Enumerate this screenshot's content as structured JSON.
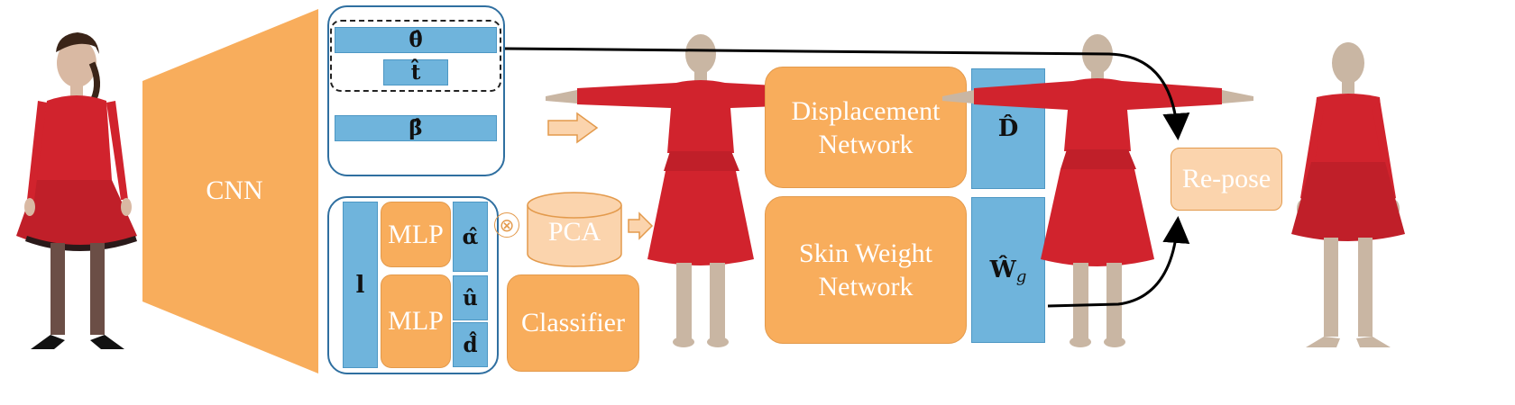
{
  "colors": {
    "orange": "#f8ad5c",
    "light_orange": "#fbd4ad",
    "blue": "#6fb4dc",
    "dress_red": "#d1232d",
    "skin": "#c9b6a3",
    "arrow": "#000000"
  },
  "encoder": {
    "label": "CNN"
  },
  "pose_panel": {
    "theta": "θ̂",
    "t": "t̂",
    "beta": "β̂"
  },
  "garment_panel": {
    "latent": "l",
    "mlp_top": "MLP",
    "mlp_bottom": "MLP",
    "alpha": "α̂",
    "u": "û",
    "d": "d̂",
    "times": "⊗",
    "pca": "PCA",
    "classifier": "Classifier"
  },
  "networks": {
    "displacement_line1": "Displacement",
    "displacement_line2": "Network",
    "skin_line1": "Skin Weight",
    "skin_line2": "Network",
    "D_out": "D̂",
    "W_out": "Ŵ",
    "W_sub": "g"
  },
  "repose": {
    "label": "Re-pose"
  }
}
